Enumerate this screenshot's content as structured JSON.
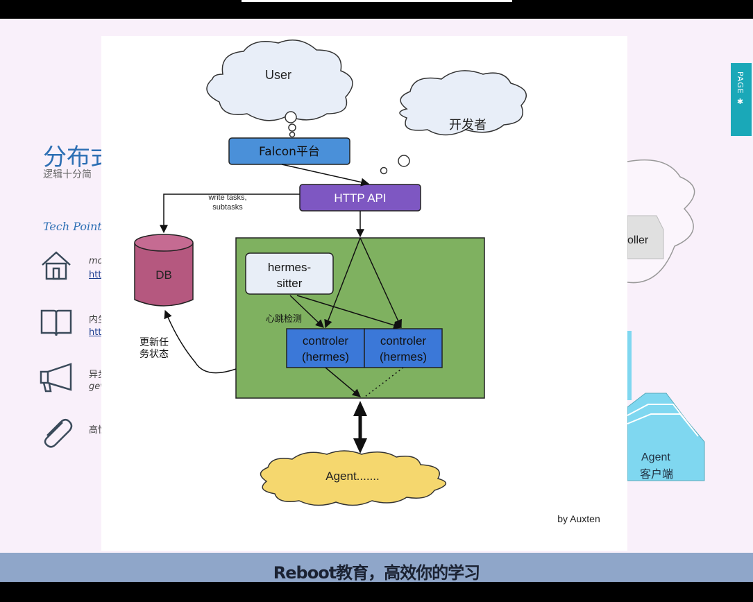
{
  "diagram": {
    "user": "User",
    "developer": "开发者",
    "falcon": "Falcon平台",
    "http_api": "HTTP API",
    "write_tasks_line1": "write tasks,",
    "write_tasks_line2": "subtasks",
    "db": "DB",
    "hermes_sitter_line1": "hermes-",
    "hermes_sitter_line2": "sitter",
    "heartbeat": "心跳检测",
    "controller1_line1": "controler",
    "controller1_line2": "(hermes)",
    "controller2_line1": "controler",
    "controller2_line2": "(hermes)",
    "update_status_line1": "更新任",
    "update_status_line2": "务状态",
    "agent": "Agent.......",
    "credit": "by Auxten"
  },
  "background_slide": {
    "title": "分布式",
    "subtitle": "逻辑十分简",
    "tech_points": "Tech Point",
    "item1_text": "mo",
    "item1_link": "htt",
    "item2_text": "内生",
    "item2_link": "htt",
    "item3_text": "异步",
    "item3_text2": "gev",
    "item4_text": "高性",
    "right_controller": "oller",
    "right_agent": "Agent",
    "right_agent_client": "客户端",
    "page_tab": "PAGE ✱"
  },
  "caption": "Reboot教育，高效你的学习",
  "colors": {
    "slide_bg": "#f9f0fa",
    "falcon_box": "#4a90d9",
    "http_api_box": "#7e57c2",
    "db": "#b5587f",
    "container": "#7fb160",
    "controller_box": "#3b78d8",
    "hermes_sitter": "#e8eef7",
    "agent_cloud": "#f5d76e",
    "caption_bar": "#8fa6c9",
    "page_tab": "#1aa8b8"
  }
}
